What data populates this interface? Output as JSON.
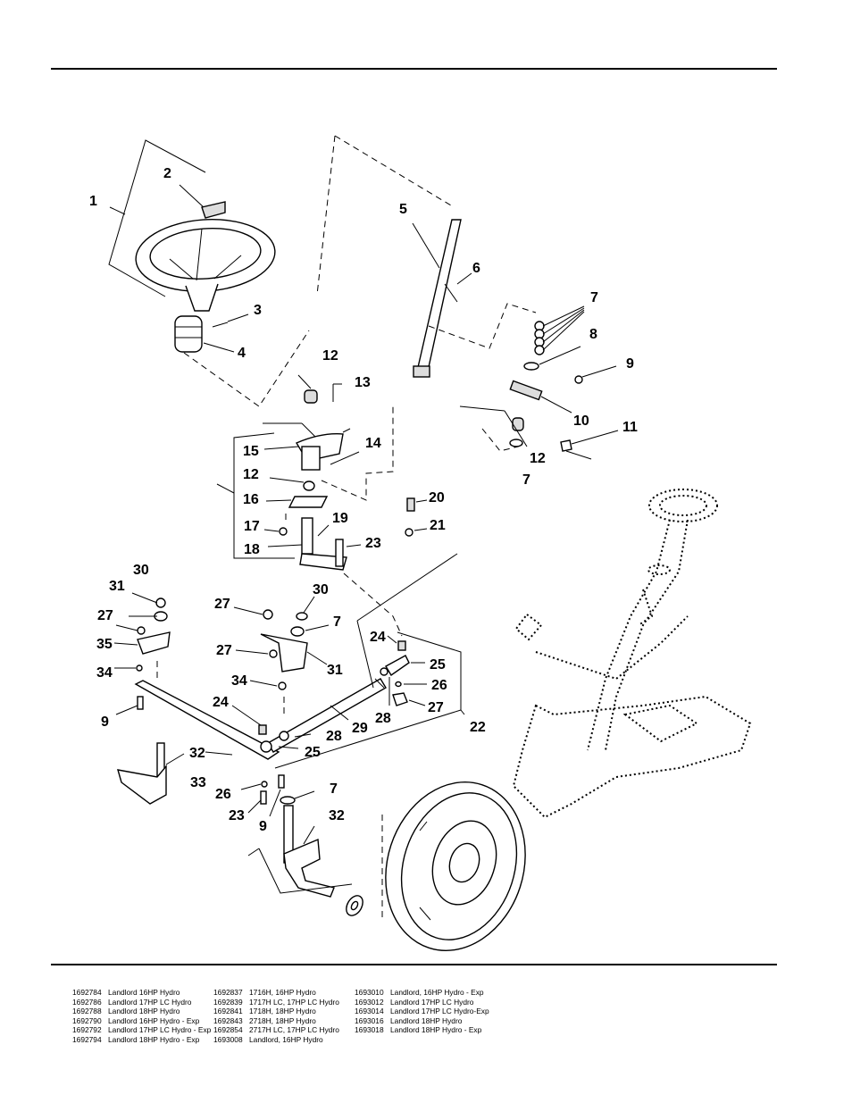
{
  "callouts": [
    {
      "id": "c1",
      "text": "1"
    },
    {
      "id": "c2",
      "text": "2"
    },
    {
      "id": "c3",
      "text": "3"
    },
    {
      "id": "c4",
      "text": "4"
    },
    {
      "id": "c5",
      "text": "5"
    },
    {
      "id": "c6",
      "text": "6"
    },
    {
      "id": "c7a",
      "text": "7"
    },
    {
      "id": "c8",
      "text": "8"
    },
    {
      "id": "c9a",
      "text": "9"
    },
    {
      "id": "c10",
      "text": "10"
    },
    {
      "id": "c11",
      "text": "11"
    },
    {
      "id": "c12a",
      "text": "12"
    },
    {
      "id": "c7b",
      "text": "7"
    },
    {
      "id": "c12b",
      "text": "12"
    },
    {
      "id": "c13",
      "text": "13"
    },
    {
      "id": "c14",
      "text": "14"
    },
    {
      "id": "c15",
      "text": "15"
    },
    {
      "id": "c12c",
      "text": "12"
    },
    {
      "id": "c16",
      "text": "16"
    },
    {
      "id": "c17",
      "text": "17"
    },
    {
      "id": "c18",
      "text": "18"
    },
    {
      "id": "c19",
      "text": "19"
    },
    {
      "id": "c20",
      "text": "20"
    },
    {
      "id": "c21",
      "text": "21"
    },
    {
      "id": "c23a",
      "text": "23"
    },
    {
      "id": "c30a",
      "text": "30"
    },
    {
      "id": "c31a",
      "text": "31"
    },
    {
      "id": "c27a",
      "text": "27"
    },
    {
      "id": "c35",
      "text": "35"
    },
    {
      "id": "c34a",
      "text": "34"
    },
    {
      "id": "c9b",
      "text": "9"
    },
    {
      "id": "c27b",
      "text": "27"
    },
    {
      "id": "c30b",
      "text": "30"
    },
    {
      "id": "c7c",
      "text": "7"
    },
    {
      "id": "c27c",
      "text": "27"
    },
    {
      "id": "c31b",
      "text": "31"
    },
    {
      "id": "c34b",
      "text": "34"
    },
    {
      "id": "c24a",
      "text": "24"
    },
    {
      "id": "c24b",
      "text": "24"
    },
    {
      "id": "c25a",
      "text": "25"
    },
    {
      "id": "c26a",
      "text": "26"
    },
    {
      "id": "c27d",
      "text": "27"
    },
    {
      "id": "c28a",
      "text": "28"
    },
    {
      "id": "c29",
      "text": "29"
    },
    {
      "id": "c22",
      "text": "22"
    },
    {
      "id": "c28b",
      "text": "28"
    },
    {
      "id": "c25b",
      "text": "25"
    },
    {
      "id": "c32a",
      "text": "32"
    },
    {
      "id": "c33",
      "text": "33"
    },
    {
      "id": "c26b",
      "text": "26"
    },
    {
      "id": "c23b",
      "text": "23"
    },
    {
      "id": "c9c",
      "text": "9"
    },
    {
      "id": "c7d",
      "text": "7"
    },
    {
      "id": "c32b",
      "text": "32"
    }
  ],
  "models": {
    "col1": [
      {
        "pn": "1692784",
        "desc": "Landlord 16HP Hydro"
      },
      {
        "pn": "1692786",
        "desc": "Landlord 17HP LC Hydro"
      },
      {
        "pn": "1692788",
        "desc": "Landlord 18HP Hydro"
      },
      {
        "pn": "1692790",
        "desc": "Landlord 16HP Hydro - Exp"
      },
      {
        "pn": "1692792",
        "desc": "Landlord 17HP LC Hydro - Exp"
      },
      {
        "pn": "1692794",
        "desc": "Landlord 18HP Hydro - Exp"
      }
    ],
    "col2": [
      {
        "pn": "1692837",
        "desc": "1716H, 16HP Hydro"
      },
      {
        "pn": "1692839",
        "desc": "1717H LC, 17HP LC Hydro"
      },
      {
        "pn": "1692841",
        "desc": "1718H, 18HP Hydro"
      },
      {
        "pn": "1692843",
        "desc": "2718H, 18HP Hydro"
      },
      {
        "pn": "1692854",
        "desc": "2717H LC, 17HP LC Hydro"
      },
      {
        "pn": "1693008",
        "desc": "Landlord, 16HP Hydro"
      }
    ],
    "col3": [
      {
        "pn": "1693010",
        "desc": "Landlord, 16HP Hydro - Exp"
      },
      {
        "pn": "1693012",
        "desc": "Landlord 17HP LC Hydro"
      },
      {
        "pn": "1693014",
        "desc": "Landlord 17HP LC Hydro-Exp"
      },
      {
        "pn": "1693016",
        "desc": "Landlord 18HP Hydro"
      },
      {
        "pn": "1693018",
        "desc": "Landlord 18HP Hydro - Exp"
      }
    ]
  }
}
